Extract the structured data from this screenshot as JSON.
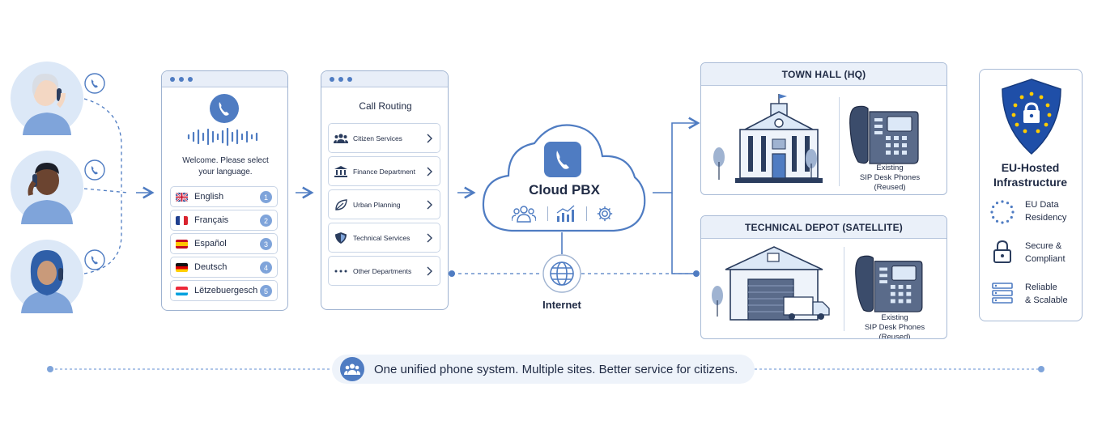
{
  "welcome": {
    "text_line1": "Welcome. Please select",
    "text_line2": "your language.",
    "languages": [
      {
        "label": "English",
        "num": "1"
      },
      {
        "label": "Français",
        "num": "2"
      },
      {
        "label": "Español",
        "num": "3"
      },
      {
        "label": "Deutsch",
        "num": "4"
      },
      {
        "label": "Lëtzebuergesch",
        "num": "5"
      }
    ]
  },
  "routing": {
    "title": "Call Routing",
    "items": [
      {
        "label": "Citizen Services"
      },
      {
        "label": "Finance Department"
      },
      {
        "label": "Urban Planning"
      },
      {
        "label": "Technical Services"
      },
      {
        "label": "Other Departments"
      }
    ]
  },
  "cloud": {
    "label": "Cloud PBX"
  },
  "internet": {
    "label": "Internet"
  },
  "hq": {
    "title": "TOWN HALL (HQ)",
    "phone_line1": "Existing",
    "phone_line2": "SIP Desk Phones",
    "phone_line3": "(Reused)"
  },
  "depot": {
    "title": "TECHNICAL DEPOT (SATELLITE)",
    "phone_line1": "Existing",
    "phone_line2": "SIP Desk Phones",
    "phone_line3": "(Reused)"
  },
  "eu": {
    "title_line1": "EU-Hosted",
    "title_line2": "Infrastructure",
    "features": [
      {
        "line1": "EU Data",
        "line2": "Residency",
        "icon": "eu-stars-icon"
      },
      {
        "line1": "Secure &",
        "line2": "Compliant",
        "icon": "padlock-icon"
      },
      {
        "line1": "Reliable",
        "line2": "& Scalable",
        "icon": "server-icon"
      }
    ]
  },
  "banner": {
    "text": "One unified phone system. Multiple sites. Better service for citizens."
  },
  "colors": {
    "accent": "#4f7cc2",
    "light": "#e8eef8",
    "border": "#9fb3d1",
    "dark": "#1f2a44"
  }
}
